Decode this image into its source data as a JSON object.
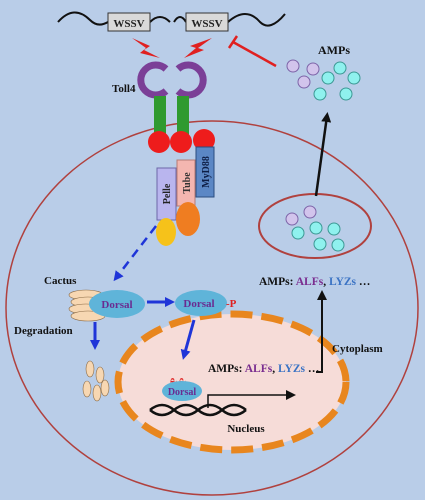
{
  "wssv": {
    "left_label": "WSSV",
    "right_label": "WSSV"
  },
  "receptor": {
    "label": "Toll4"
  },
  "adaptors": {
    "myd88": "MyD88",
    "tube": "Tube",
    "pelle": "Pelle"
  },
  "amps_outside": {
    "label": "AMPs"
  },
  "cactus": {
    "label": "Cactus"
  },
  "dorsal": {
    "label": "Dorsal",
    "phospho_label": "Dorsal",
    "phospho_suffix": "-P",
    "nuclear_label": "Dorsal",
    "p_marks": [
      "P",
      "P"
    ]
  },
  "degradation": {
    "label": "Degradation"
  },
  "amps_cytoplasm": {
    "prefix": "AMPs: ",
    "alfs": "ALFs",
    "sep": ", ",
    "lyzs": "LYZs",
    "ellipsis": " …"
  },
  "amps_nucleus": {
    "prefix": "AMPs: ",
    "alfs": "ALFs",
    "sep": ", ",
    "lyzs": "LYZs",
    "ellipsis": " …"
  },
  "compartments": {
    "cytoplasm": "Cytoplasm",
    "nucleus": "Nucleus"
  },
  "colors": {
    "background": "#b9cde8",
    "membrane": "#b0413e",
    "nucleus_fill": "#f6dcd8",
    "nucleus_dash": "#e8861e",
    "dorsal": "#5fb4d9",
    "dorsal_text": "#6a2c91",
    "alfs": "#7a2d8f",
    "lyzs": "#3b73c4",
    "red": "#e02020",
    "blue": "#1f35d8",
    "purple": "#7b3f97",
    "green": "#2f9a2f",
    "ball_red": "#ee1c1c",
    "amp_lilac": "#d2c4ec",
    "amp_cyan": "#8ff1ee",
    "myd88_fill": "#5b87c5",
    "tube_fill": "#f4b6b0",
    "pelle_fill": "#b9b5ee",
    "orange": "#ef7d21",
    "yellow": "#f6c21a",
    "capsule": "#f7d7b2"
  }
}
